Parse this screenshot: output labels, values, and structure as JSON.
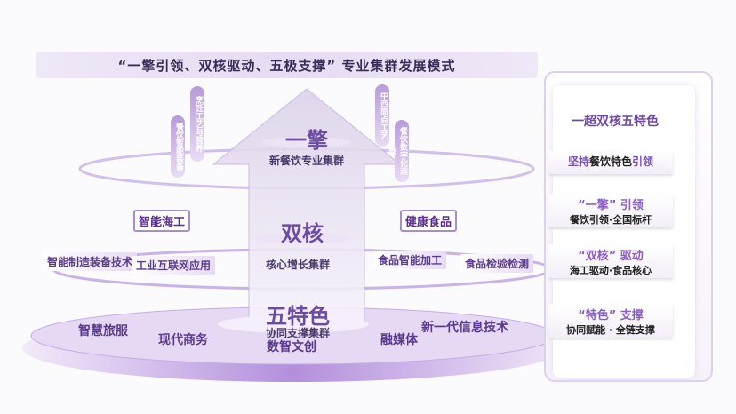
{
  "title": "“一擎引领、双核驱动、五极支撑” 专业集群发展模式",
  "top": {
    "main": "一擎",
    "sub": "新餐饮专业集群",
    "left_tags": [
      "餐饮智能装备",
      "烹饪工艺与营养"
    ],
    "right_tags": [
      "中西面点工艺",
      "餐饮数字化运营"
    ]
  },
  "middle": {
    "main": "双核",
    "sub": "核心增长集群",
    "left_bubble": "智能海工",
    "right_bubble": "健康食品",
    "left_tags": [
      "智能制造装备技术",
      "工业互联网应用"
    ],
    "right_tags": [
      "食品智能加工",
      "食品检验检测"
    ]
  },
  "bottom": {
    "main": "五特色",
    "sub": "协同支撑集群",
    "items": [
      "智慧旅服",
      "现代商务",
      "数智文创",
      "融媒体",
      "新一代信息技术"
    ]
  },
  "panel": {
    "title": "一超双核五特色",
    "lead_a": "坚持",
    "lead_b": "餐饮特色",
    "lead_c": "引领",
    "cards": [
      {
        "title": "“一擎” 引领",
        "sub": "餐饮引领·全国标杆"
      },
      {
        "title": "“双核” 驱动",
        "sub": "海工驱动·食品核心"
      },
      {
        "title": "“特色” 支撑",
        "sub": "协同赋能 · 全链支撑"
      }
    ]
  }
}
